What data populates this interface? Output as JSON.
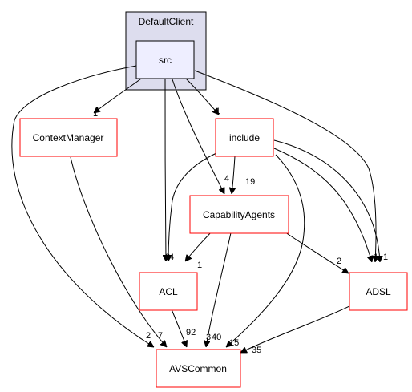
{
  "cluster": {
    "label": "DefaultClient"
  },
  "nodes": {
    "src": "src",
    "contextmanager": "ContextManager",
    "include": "include",
    "capabilityagents": "CapabilityAgents",
    "acl": "ACL",
    "adsl": "ADSL",
    "avscommon": "AVSCommon"
  },
  "edge_labels": {
    "src_contextmanager": "1",
    "src_include": "1",
    "src_capabilityagents": "4",
    "src_acl": "2",
    "src_adsl": "1",
    "src_avscommon": "2",
    "include_capabilityagents": "19",
    "include_acl": "4",
    "include_adsl": "1",
    "include_avscommon": "40",
    "capabilityagents_acl": "1",
    "capabilityagents_adsl": "2",
    "capabilityagents_avscommon": "3",
    "contextmanager_avscommon": "7",
    "acl_avscommon": "92",
    "adsl_avscommon": "35",
    "adsl_avscommon_2": "15"
  },
  "colors": {
    "cluster_fill": "#ddddee",
    "src_fill": "#eeeeff",
    "node_border": "#ff0000",
    "edge": "#000000"
  }
}
